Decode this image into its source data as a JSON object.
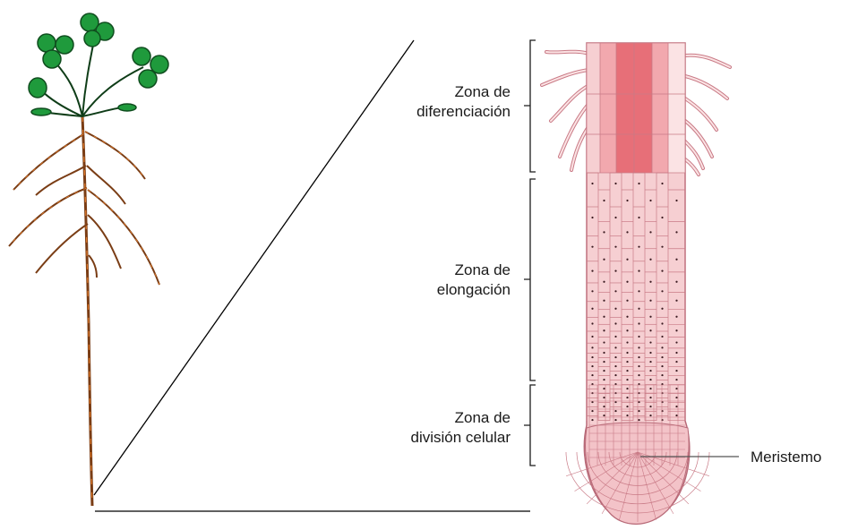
{
  "labels": {
    "zona_diferenciacion": [
      "Zona de",
      "diferenciación"
    ],
    "zona_elongacion": [
      "Zona de",
      "elongación"
    ],
    "zona_division": [
      "Zona de",
      "división celular"
    ],
    "meristemo": "Meristemo"
  },
  "colors": {
    "leaf": "#1f9a3c",
    "leaf_outline": "#0f4d1e",
    "root": "#8a4a1c",
    "root_highlight": "#e07a2a",
    "cell_fill": "#f6cfd2",
    "cell_fill_light": "#fbe3e4",
    "cell_line": "#c97a86",
    "xylem": "#e76f78",
    "guide_line": "#000000"
  }
}
